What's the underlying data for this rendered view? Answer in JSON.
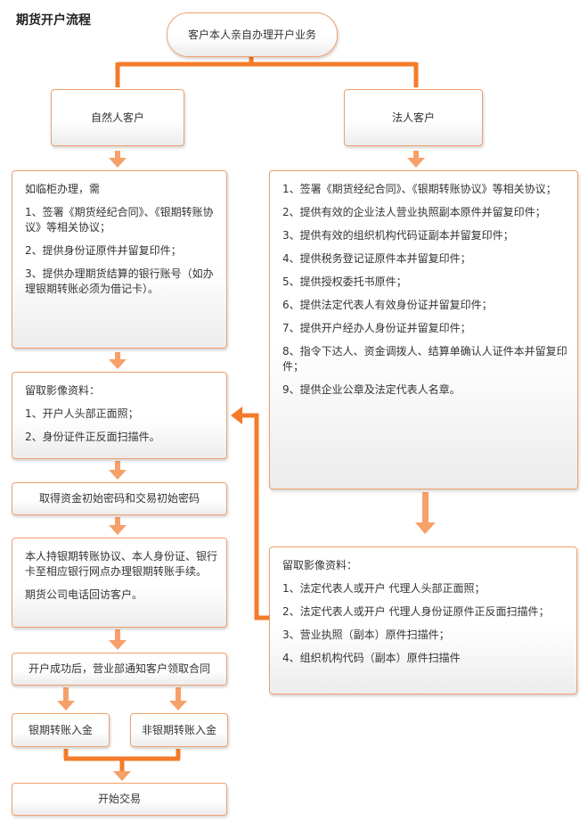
{
  "title": "期货开户流程",
  "colors": {
    "accent": "#f47b2a",
    "border": "#f2a06c"
  },
  "nodes": {
    "start": "客户本人亲自办理开户业务",
    "natural": "自然人客户",
    "legal": "法人客户",
    "natural_req": {
      "intro": "如临柜办理，需",
      "items": [
        "1、签署《期货经纪合同》、《银期转账协议》等相关协议；",
        "2、提供身份证原件并留复印件；",
        "3、提供办理期货结算的银行账号（如办理银期转账必须为借记卡）。"
      ]
    },
    "legal_req": {
      "items": [
        "1、签署《期货经纪合同》、《银期转账协议》等相关协议；",
        "2、提供有效的企业法人营业执照副本原件并留复印件；",
        "3、提供有效的组织机构代码证副本并留复印件；",
        "4、提供税务登记证原件本并留复印件；",
        "5、提供授权委托书原件；",
        "6、提供法定代表人有效身份证并留复印件；",
        "7、提供开户经办人身份证并留复印件；",
        "8、指令下达人、资金调拨人、结算单确认人证件本并留复印件；",
        "9、提供企业公章及法定代表人名章。"
      ]
    },
    "natural_image": {
      "intro": "留取影像资料：",
      "items": [
        "1、开户人头部正面照；",
        "2、身份证件正反面扫描件。"
      ]
    },
    "legal_image": {
      "intro": "留取影像资料：",
      "items": [
        "1、法定代表人或开户 代理人头部正面照；",
        "2、法定代表人或开户 代理人身份证原件正反面扫描件；",
        "3、营业执照（副本）原件扫描件；",
        "4、组织机构代码（副本）原件扫描件"
      ]
    },
    "password": "取得资金初始密码和交易初始密码",
    "bank": {
      "line1": "本人持银期转账协议、本人身份证、银行卡至相应银行网点办理银期转账手续。",
      "line2": "期货公司电话回访客户。"
    },
    "contract": "开户成功后，营业部通知客户领取合同",
    "deposit_bank": "银期转账入金",
    "deposit_nonbank": "非银期转账入金",
    "trade": "开始交易"
  }
}
